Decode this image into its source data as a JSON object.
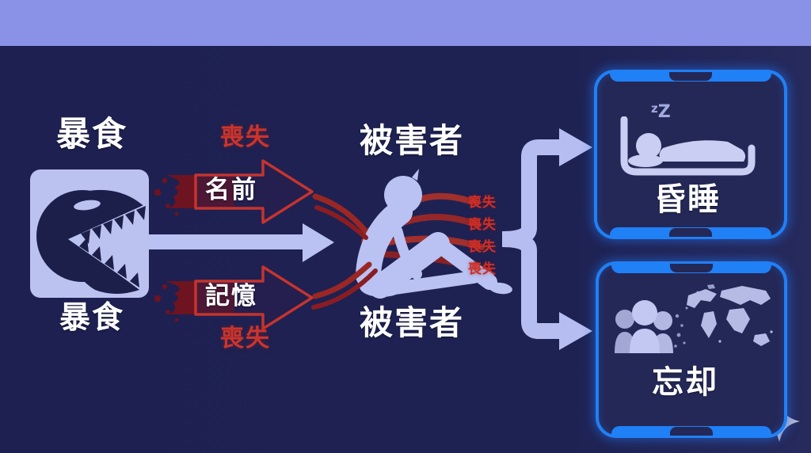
{
  "palette": {
    "background": "#1e2253",
    "top_band": "#8a92e8",
    "lavender": "#b9c2f2",
    "accent_blue": "#2080f5",
    "red": "#cb342c",
    "dark_red": "#6e1320"
  },
  "source": {
    "label_top": "暴食",
    "label_bottom": "暴食",
    "icon": "monster-mouth-icon"
  },
  "arrows": {
    "top": {
      "loss_label": "喪失",
      "main_label": "名前"
    },
    "bottom": {
      "main_label": "記憶",
      "loss_label": "喪失"
    },
    "main": "big-arrow"
  },
  "victim": {
    "label_top": "被害者",
    "label_bottom": "被害者",
    "loss_tags": [
      "喪失",
      "喪失",
      "喪失",
      "喪失"
    ]
  },
  "outcomes": {
    "sleep": {
      "label": "昏睡",
      "z_small": "z",
      "z_big": "Z",
      "icon": "sleeping-person-bed-icon"
    },
    "oblivion": {
      "label": "忘却",
      "icon": "fading-people-world-map-icon"
    }
  },
  "decor": {
    "sparkle": "sparkle-icon"
  }
}
